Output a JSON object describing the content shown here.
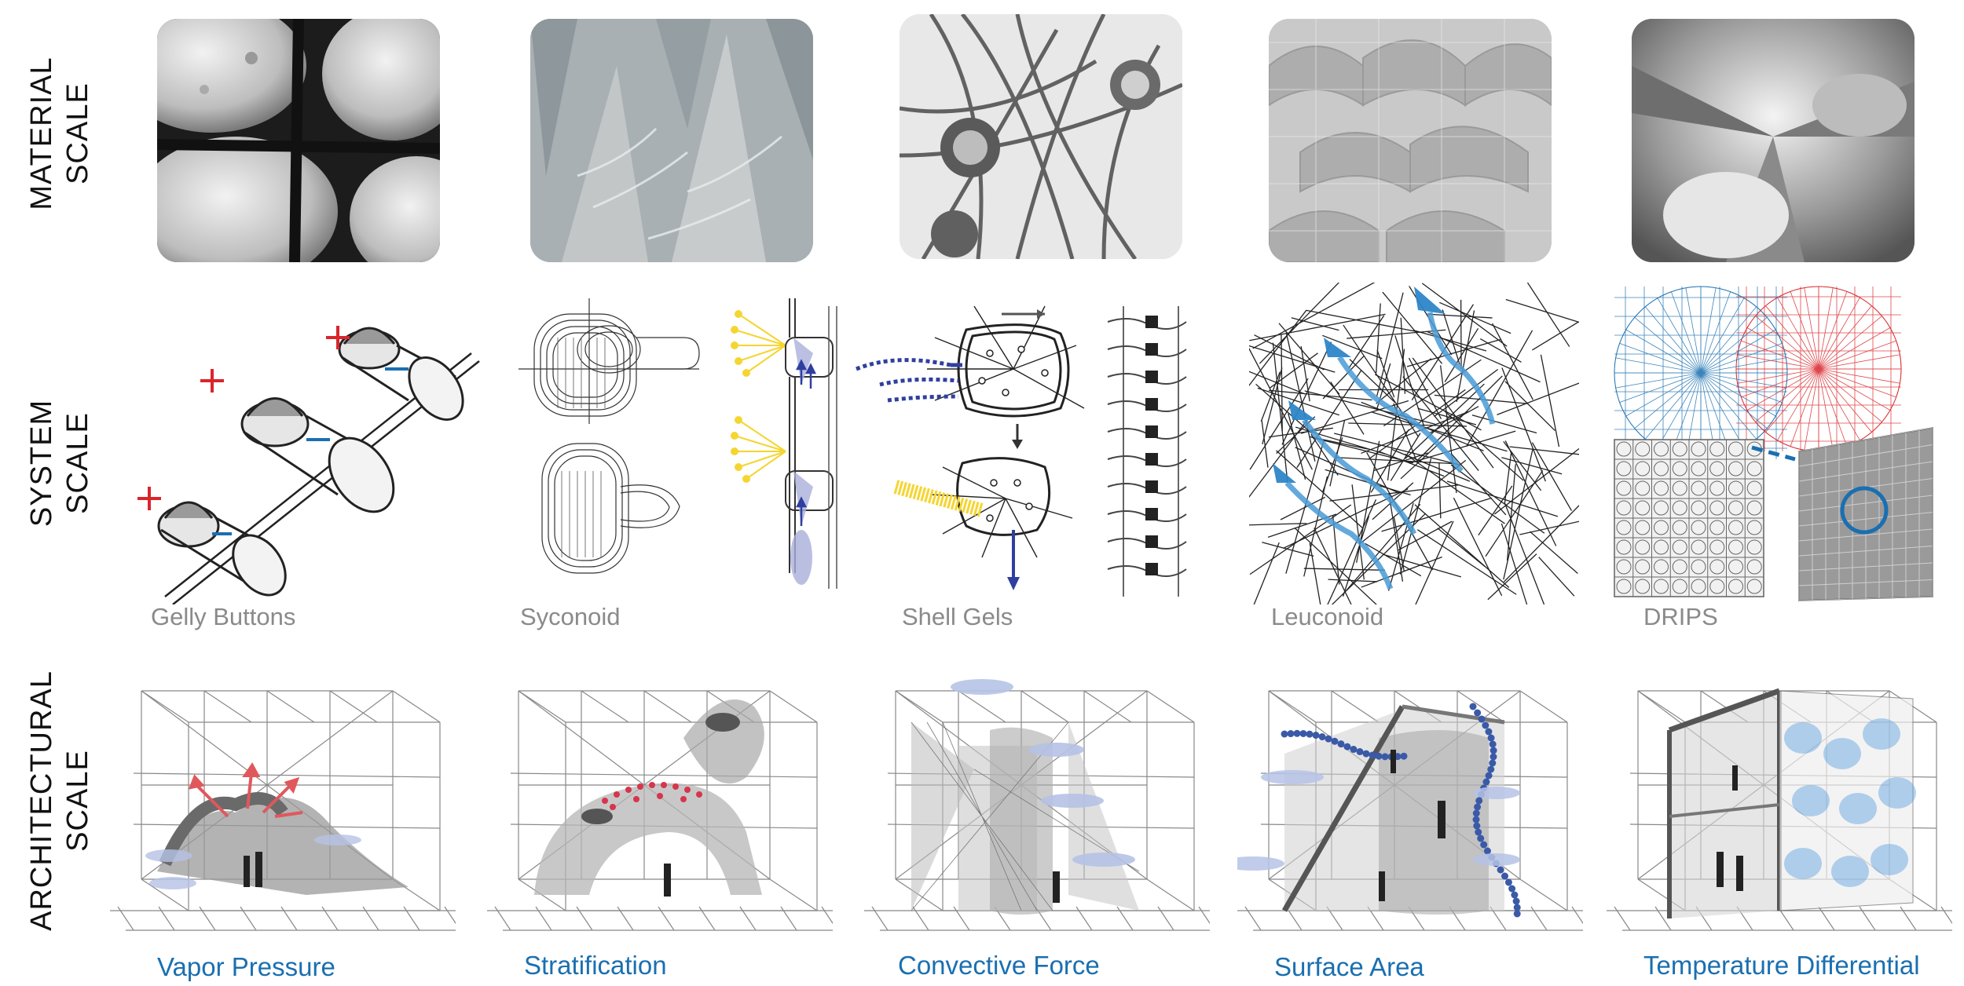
{
  "row_labels": {
    "material": [
      "MATERIAL",
      "SCALE"
    ],
    "system": [
      "SYSTEM",
      "SCALE"
    ],
    "architectural": [
      "ARCHITECTURAL",
      "SCALE"
    ]
  },
  "systems": [
    {
      "system_label": "Gelly Buttons",
      "arch_label": "Vapor Pressure"
    },
    {
      "system_label": "Syconoid",
      "arch_label": "Stratification"
    },
    {
      "system_label": "Shell Gels",
      "arch_label": "Convective Force"
    },
    {
      "system_label": "Leuconoid",
      "arch_label": "Surface Area"
    },
    {
      "system_label": "DRIPS",
      "arch_label": "Temperature Differential"
    }
  ],
  "colors": {
    "blue_accent": "#1a6fb0",
    "red_accent": "#d8262b",
    "yellow_accent": "#f5d531",
    "label_gray": "#8a8a8a"
  }
}
